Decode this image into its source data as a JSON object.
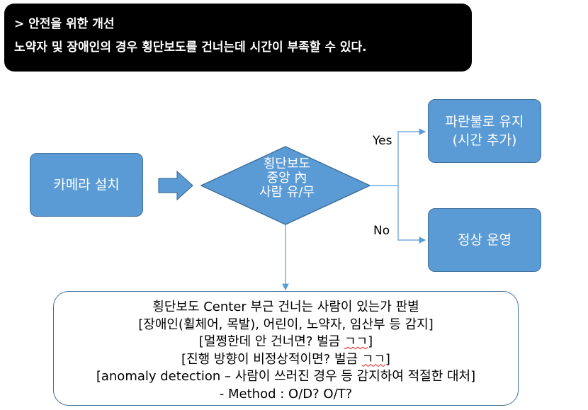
{
  "banner": {
    "line1": "> 안전을 위한 개선",
    "line2": "노약자 및 장애인의 경우 횡단보도를 건너는데 시간이 부족할 수 있다."
  },
  "camera_box": {
    "label": "카메라 설치"
  },
  "decision": {
    "line1": "횡단보도",
    "line2": "중앙 內",
    "line3": "사람 유/무"
  },
  "yes_label": "Yes",
  "no_label": "No",
  "keep_box": {
    "line1": "파란불로 유지",
    "line2": "(시간 추가)"
  },
  "normal_box": {
    "label": "정상 운영"
  },
  "bottom_box": {
    "line1": "횡단보도 Center 부근 건너는 사람이 있는가 판별",
    "line2": "[장애인(휠체어, 목발), 어린이, 노약자, 임산부 등 감지]",
    "line3_pre": "[멀쩡한데 안 건너면? 벌금 ",
    "line3_mark": "ㄱㄱ",
    "line3_post": "]",
    "line4_pre": "[진행 방향이 비정상적이면? 벌금 ",
    "line4_mark": "ㄱㄱ",
    "line4_post": "]",
    "line5": "[anomaly detection – 사람이 쓰러진 경우 등 감지하여 적절한 대처]",
    "line6": "- Method : O/D?  O/T?"
  },
  "colors": {
    "shape_fill": "#5b9bd5",
    "shape_stroke": "#41719c",
    "banner_bg": "#000000"
  }
}
